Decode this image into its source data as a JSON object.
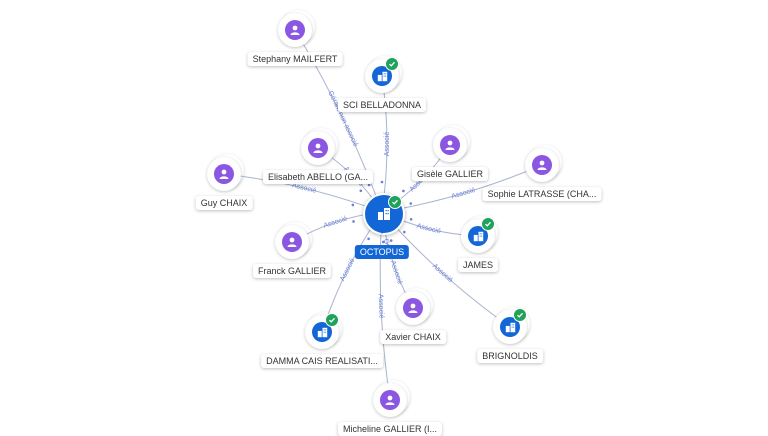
{
  "center": {
    "label": "OCTOPUS"
  },
  "nodes": [
    {
      "label": "Stephany MAILFERT",
      "kind": "person"
    },
    {
      "label": "SCI BELLADONNA",
      "kind": "company"
    },
    {
      "label": "Elisabeth ABELLO (GA...",
      "kind": "person"
    },
    {
      "label": "Gisèle GALLIER",
      "kind": "person"
    },
    {
      "label": "Guy CHAIX",
      "kind": "person"
    },
    {
      "label": "Sophie LATRASSE (CHA...",
      "kind": "person"
    },
    {
      "label": "Franck GALLIER",
      "kind": "person"
    },
    {
      "label": "JAMES",
      "kind": "company"
    },
    {
      "label": "Xavier CHAIX",
      "kind": "person"
    },
    {
      "label": "BRIGNOLDIS",
      "kind": "company"
    },
    {
      "label": "DAMMA CAIS REALISATI...",
      "kind": "company"
    },
    {
      "label": "Micheline GALLIER (I...",
      "kind": "person"
    }
  ],
  "edges": [
    {
      "label": "Gérant non associé"
    },
    {
      "label": "Associé"
    },
    {
      "label": "Associé"
    },
    {
      "label": "Associé"
    },
    {
      "label": "Associé"
    },
    {
      "label": "Associé"
    },
    {
      "label": "Associé"
    },
    {
      "label": "Associé"
    },
    {
      "label": "Gérant Associé"
    },
    {
      "label": "Associé"
    },
    {
      "label": "Associé"
    },
    {
      "label": "Associé"
    }
  ],
  "colors": {
    "person": "#8a56e2",
    "company": "#1366d6",
    "edge": "#a9b4cf",
    "check": "#20a25a"
  }
}
